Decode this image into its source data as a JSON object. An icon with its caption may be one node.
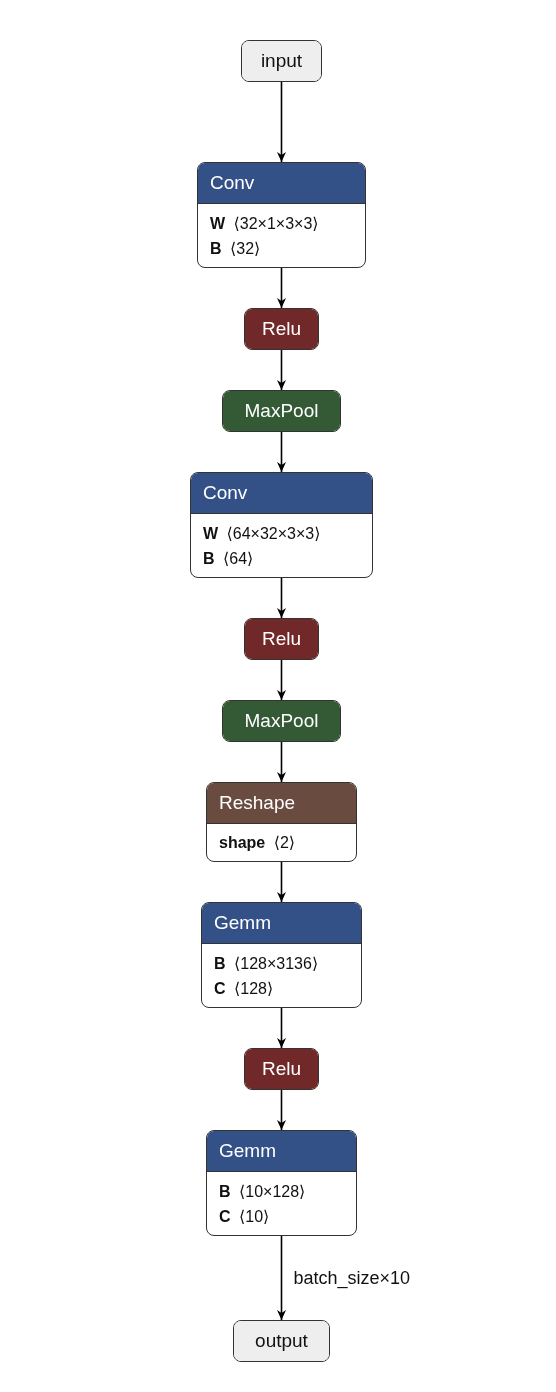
{
  "diagram": {
    "nodes": [
      {
        "text": [
          "input"
        ]
      },
      {
        "text": [
          "Conv",
          "**W** ⟨32×1×3×3⟩",
          "**B** ⟨32⟩"
        ]
      },
      {
        "text": [
          "Relu"
        ]
      },
      {
        "text": [
          "MaxPool"
        ]
      },
      {
        "text": [
          "Conv",
          "**W** ⟨64×32×3×3⟩",
          "**B** ⟨64⟩"
        ]
      },
      {
        "text": [
          "Relu"
        ]
      },
      {
        "text": [
          "MaxPool"
        ]
      },
      {
        "text": [
          "Reshape",
          "**shape** ⟨2⟩"
        ]
      },
      {
        "text": [
          "Gemm",
          "**B** ⟨128×3136⟩",
          "**C** ⟨128⟩"
        ]
      },
      {
        "text": [
          "Relu"
        ]
      },
      {
        "text": [
          "Gemm",
          "**B** ⟨10×128⟩",
          "**C** ⟨10⟩"
        ]
      },
      {
        "text": [
          "output"
        ]
      }
    ],
    "edges": [
      {
        "from": 0,
        "to": 1,
        "arrow": "to"
      },
      {
        "from": 1,
        "to": 2,
        "arrow": "to"
      },
      {
        "from": 2,
        "to": 3,
        "arrow": "to"
      },
      {
        "from": 3,
        "to": 4,
        "arrow": "to"
      },
      {
        "from": 4,
        "to": 5,
        "arrow": "to"
      },
      {
        "from": 5,
        "to": 6,
        "arrow": "to"
      },
      {
        "from": 6,
        "to": 7,
        "arrow": "to"
      },
      {
        "from": 7,
        "to": 8,
        "arrow": "to"
      },
      {
        "from": 8,
        "to": 9,
        "arrow": "to"
      },
      {
        "from": 9,
        "to": 10,
        "arrow": "to"
      },
      {
        "from": 10,
        "to": 11,
        "arrow": "to",
        "label": "batch_size×10"
      }
    ]
  }
}
